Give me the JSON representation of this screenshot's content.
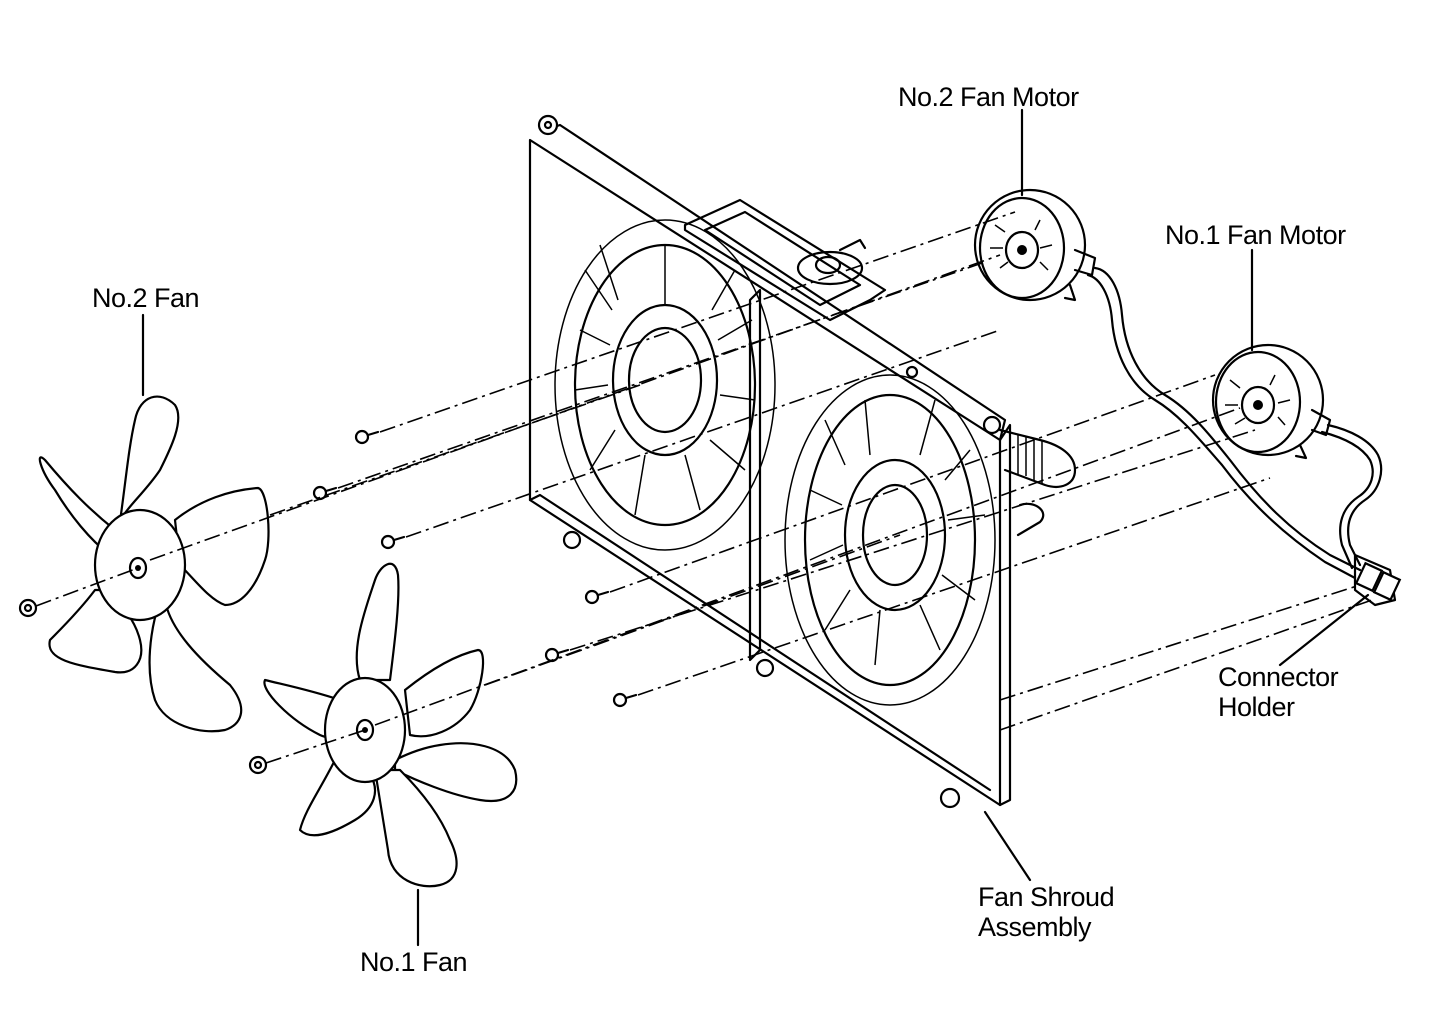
{
  "labels": {
    "no2_fan_motor": "No.2 Fan Motor",
    "no1_fan_motor": "No.1 Fan Motor",
    "no2_fan": "No.2 Fan",
    "no1_fan": "No.1 Fan",
    "connector_holder_line1": "Connector",
    "connector_holder_line2": "Holder",
    "fan_shroud_line1": "Fan Shroud",
    "fan_shroud_line2": "Assembly"
  },
  "colors": {
    "line": "#000000",
    "background": "#ffffff"
  }
}
